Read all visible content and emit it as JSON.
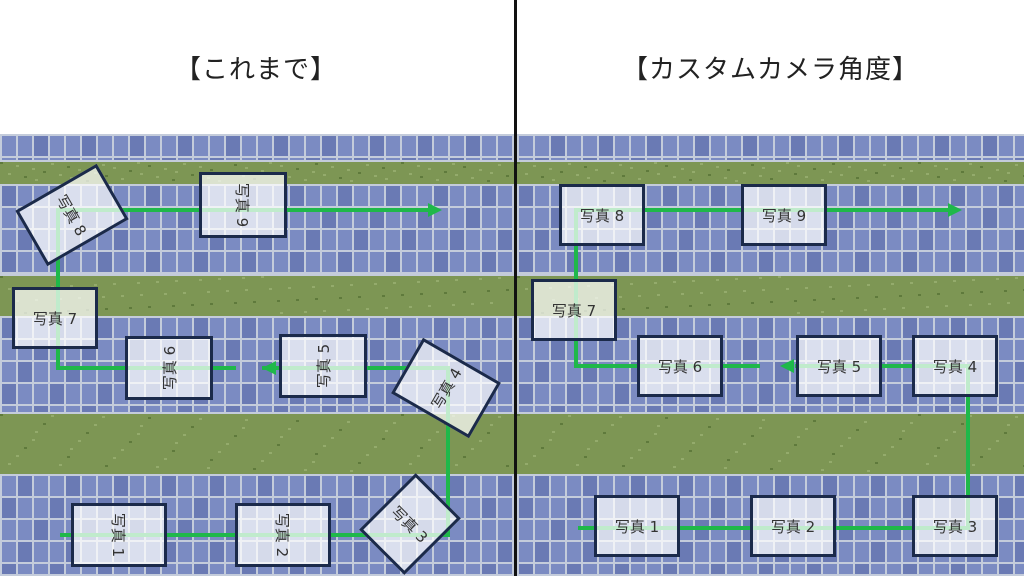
{
  "titles": {
    "left": "【これまで】",
    "right": "【カスタムカメラ角度】"
  },
  "colors": {
    "path": "#1fb84a",
    "frame_border": "#1b2a4a",
    "frame_fill": "#ffffff",
    "divider": "#111111"
  },
  "left_panel": {
    "photos": [
      {
        "label": "写真 1",
        "angle_deg": 90
      },
      {
        "label": "写真 2",
        "angle_deg": 90
      },
      {
        "label": "写真 3",
        "angle_deg": 45
      },
      {
        "label": "写真 4",
        "angle_deg": -60
      },
      {
        "label": "写真 5",
        "angle_deg": -90
      },
      {
        "label": "写真 6",
        "angle_deg": -90
      },
      {
        "label": "写真 7",
        "angle_deg": 0
      },
      {
        "label": "写真 8",
        "angle_deg": 60
      },
      {
        "label": "写真 9",
        "angle_deg": 90
      }
    ]
  },
  "right_panel": {
    "photos": [
      {
        "label": "写真 1",
        "angle_deg": 0
      },
      {
        "label": "写真 2",
        "angle_deg": 0
      },
      {
        "label": "写真 3",
        "angle_deg": 0
      },
      {
        "label": "写真 4",
        "angle_deg": 0
      },
      {
        "label": "写真 5",
        "angle_deg": 0
      },
      {
        "label": "写真 6",
        "angle_deg": 0
      },
      {
        "label": "写真 7",
        "angle_deg": 0
      },
      {
        "label": "写真 8",
        "angle_deg": 0
      },
      {
        "label": "写真 9",
        "angle_deg": 0
      }
    ]
  }
}
